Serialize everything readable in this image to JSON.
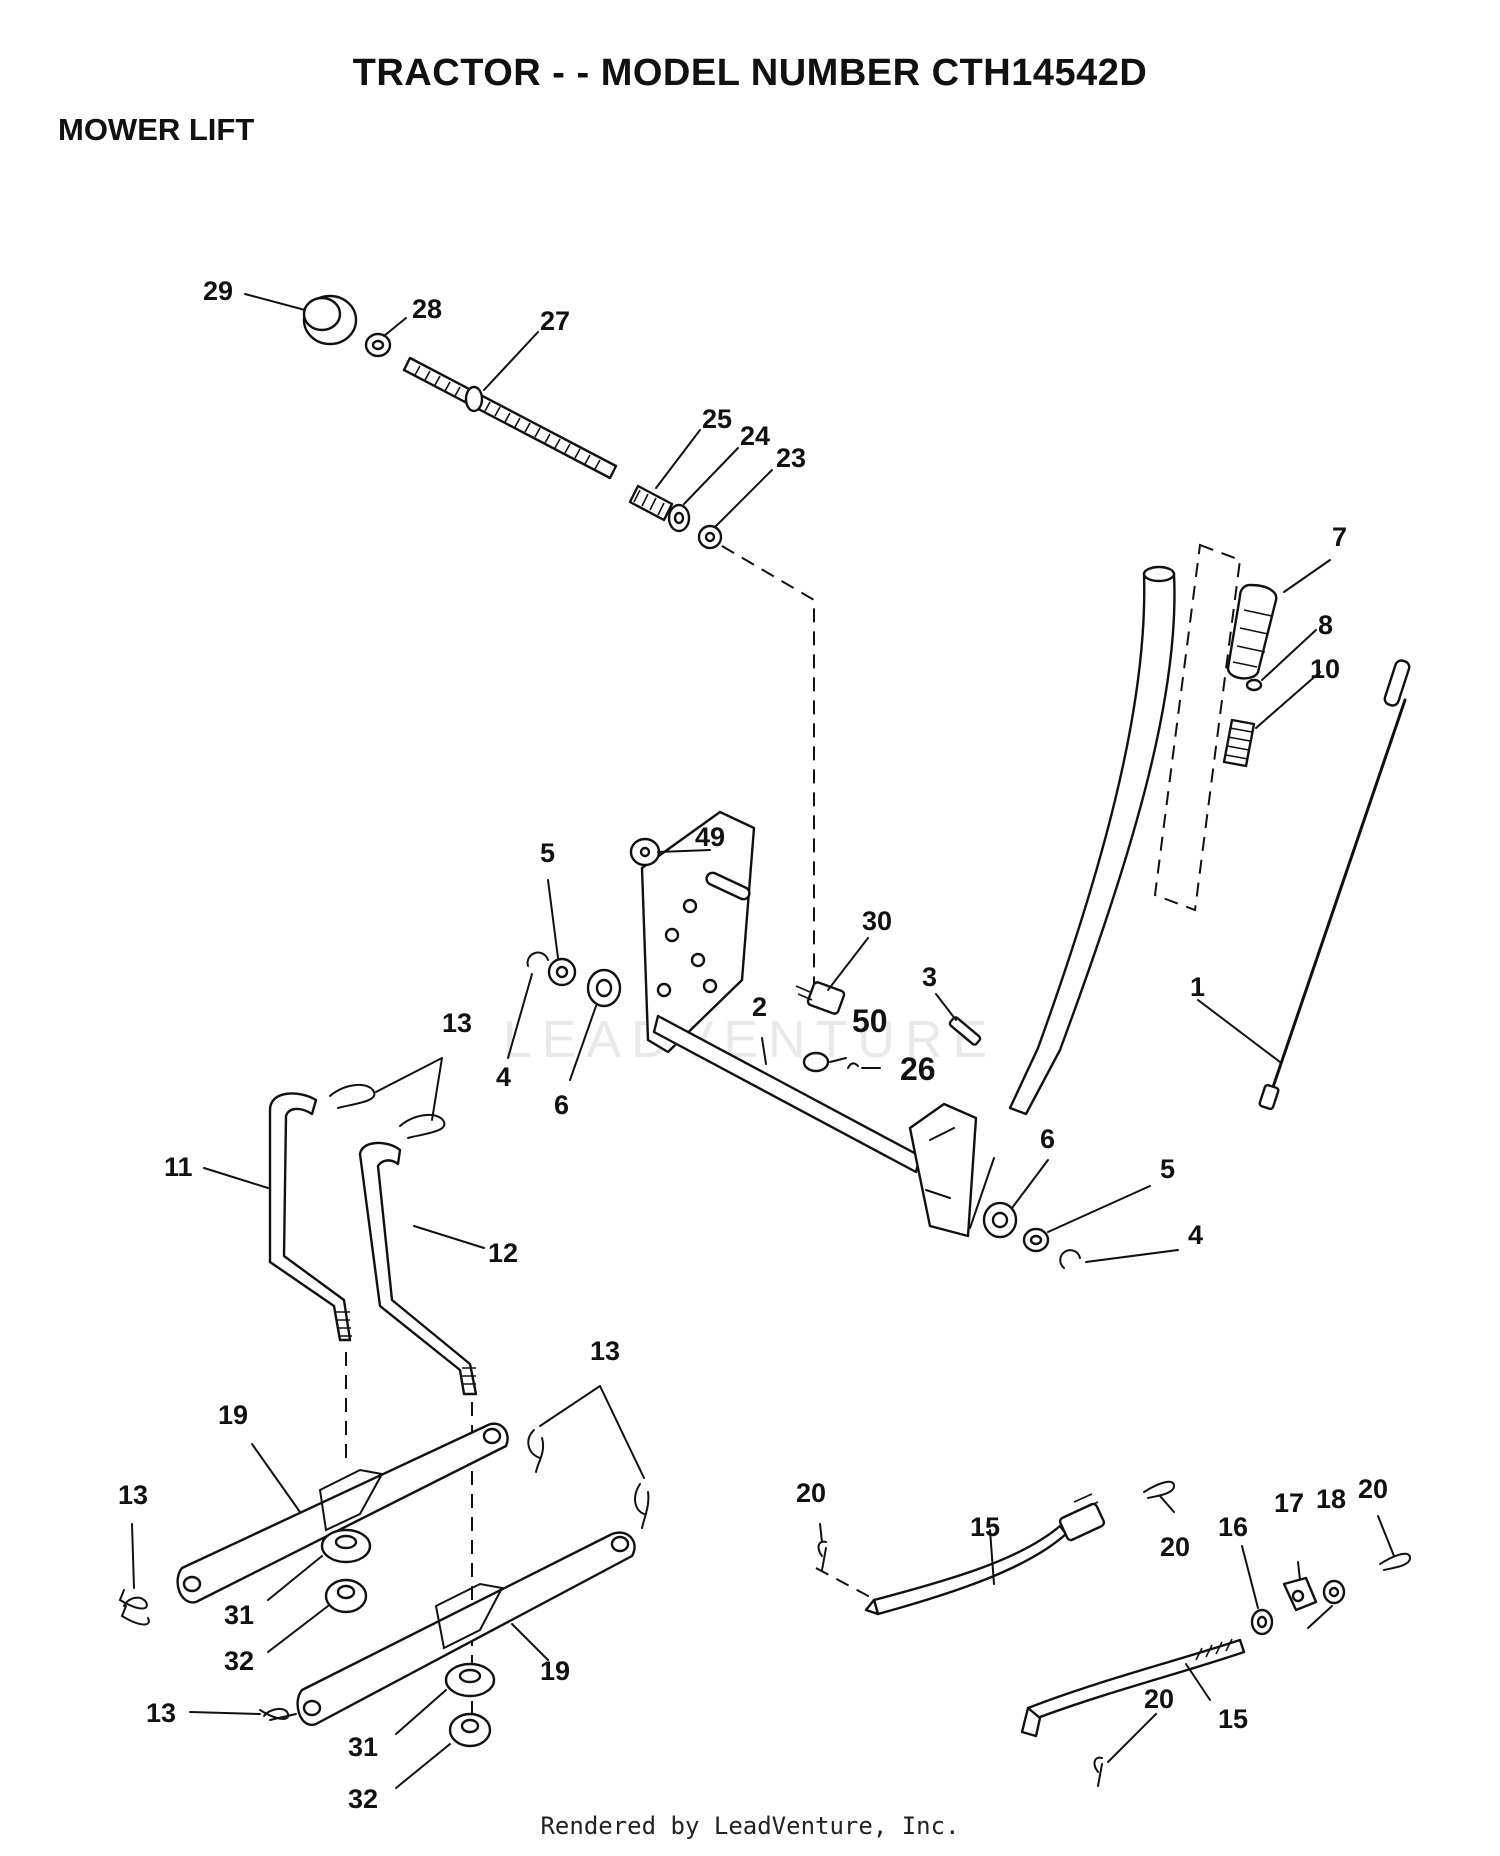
{
  "page": {
    "title": "TRACTOR - - MODEL NUMBER CTH14542D",
    "section": "MOWER LIFT",
    "footer": "Rendered by LeadVenture, Inc.",
    "watermark": "LEADVENTURE"
  },
  "diagram": {
    "callouts": {
      "c29": "29",
      "c28": "28",
      "c27": "27",
      "c25": "25",
      "c24": "24",
      "c23": "23",
      "c7": "7",
      "c8": "8",
      "c10": "10",
      "c49": "49",
      "c30": "30",
      "c5a": "5",
      "c4a": "4",
      "c6a": "6",
      "c3": "3",
      "c2": "2",
      "c50": "50",
      "c26": "26",
      "c1": "1",
      "c13a": "13",
      "c11": "11",
      "c12": "12",
      "c6b": "6",
      "c5b": "5",
      "c4b": "4",
      "c13b": "13",
      "c19a": "19",
      "c13c": "13",
      "c31a": "31",
      "c32a": "32",
      "c19b": "19",
      "c13d": "13",
      "c31b": "31",
      "c32b": "32",
      "c20a": "20",
      "c15a": "15",
      "c20b": "20",
      "c16": "16",
      "c17": "17",
      "c18": "18",
      "c20c": "20",
      "c20d": "20",
      "c15b": "15"
    }
  }
}
